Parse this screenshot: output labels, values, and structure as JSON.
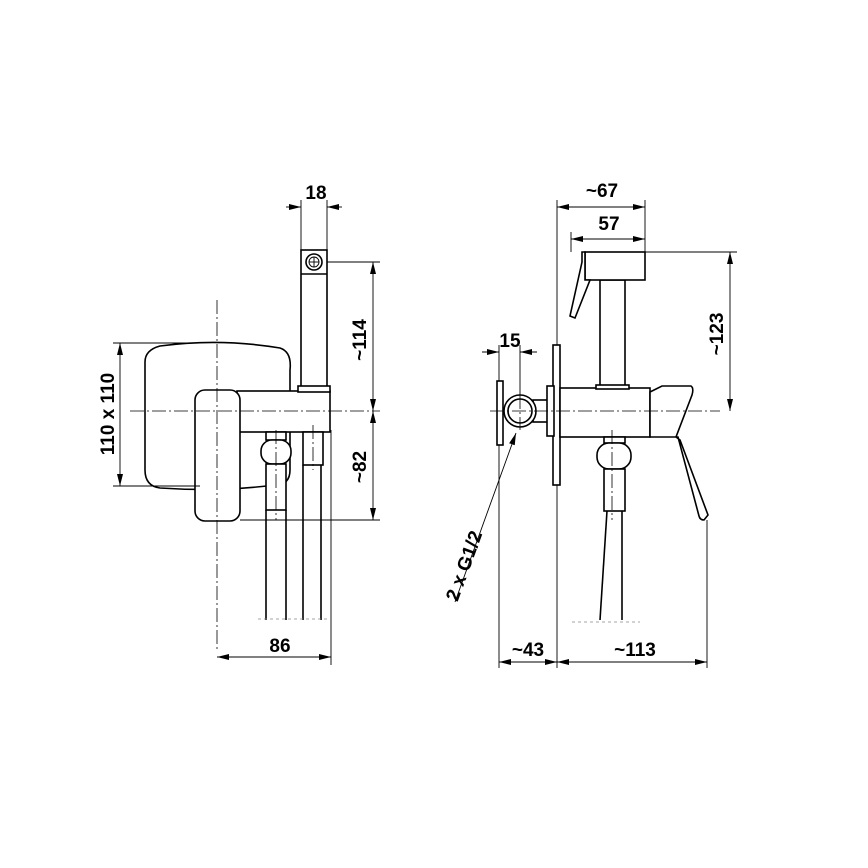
{
  "drawing": {
    "side_view": {
      "dimensions": {
        "handset_width": "18",
        "handset_height": "~114",
        "plate_size": "110 x 110",
        "lower_height": "~82",
        "depth": "86"
      }
    },
    "front_view": {
      "dimensions": {
        "overall_width": "~67",
        "head_width": "57",
        "handset_height": "~123",
        "connector_offset": "15",
        "connection_label": "2 x G1/2",
        "rear_depth": "~43",
        "front_depth": "~113"
      }
    }
  }
}
